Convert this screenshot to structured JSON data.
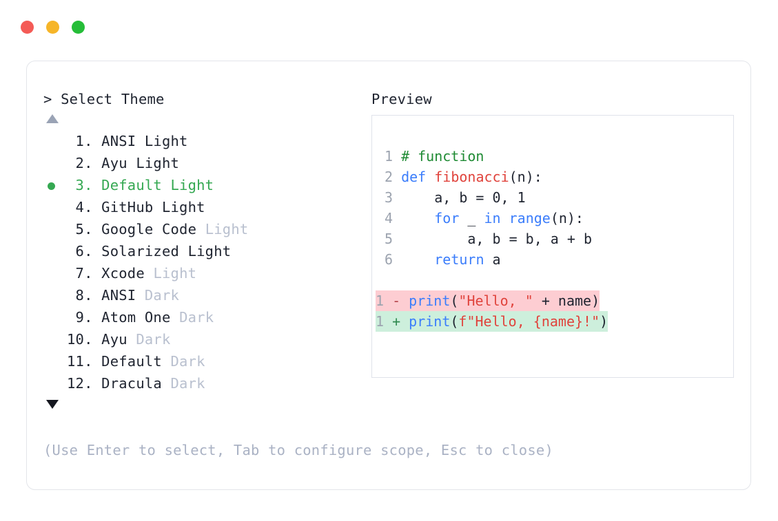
{
  "window": {
    "buttons": [
      {
        "name": "close",
        "color": "#f45b56"
      },
      {
        "name": "minimize",
        "color": "#f6b528"
      },
      {
        "name": "maximize",
        "color": "#25bd38"
      }
    ]
  },
  "prompt": {
    "title": "> Select Theme",
    "scroll_up": "▲",
    "scroll_down": "▼",
    "selected_index": 3,
    "selected_bullet": "●",
    "accent_color": "#35a852",
    "muted_color": "#b9c0cf"
  },
  "themes": [
    {
      "num": " 1.",
      "name": "ANSI",
      "variant": "Light",
      "variant_muted": false,
      "selected": false
    },
    {
      "num": " 2.",
      "name": "Ayu",
      "variant": "Light",
      "variant_muted": false,
      "selected": false
    },
    {
      "num": " 3.",
      "name": "Default",
      "variant": "Light",
      "variant_muted": false,
      "selected": true
    },
    {
      "num": " 4.",
      "name": "GitHub",
      "variant": "Light",
      "variant_muted": false,
      "selected": false
    },
    {
      "num": " 5.",
      "name": "Google Code",
      "variant": "Light",
      "variant_muted": true,
      "selected": false
    },
    {
      "num": " 6.",
      "name": "Solarized",
      "variant": "Light",
      "variant_muted": false,
      "selected": false
    },
    {
      "num": " 7.",
      "name": "Xcode",
      "variant": "Light",
      "variant_muted": true,
      "selected": false
    },
    {
      "num": " 8.",
      "name": "ANSI",
      "variant": "Dark",
      "variant_muted": true,
      "selected": false
    },
    {
      "num": " 9.",
      "name": "Atom One",
      "variant": "Dark",
      "variant_muted": true,
      "selected": false
    },
    {
      "num": "10.",
      "name": "Ayu",
      "variant": "Dark",
      "variant_muted": true,
      "selected": false
    },
    {
      "num": "11.",
      "name": "Default",
      "variant": "Dark",
      "variant_muted": true,
      "selected": false
    },
    {
      "num": "12.",
      "name": "Dracula",
      "variant": "Dark",
      "variant_muted": true,
      "selected": false
    }
  ],
  "preview": {
    "title": "Preview",
    "code_lines": [
      {
        "ln": "1",
        "tokens": [
          {
            "t": "# function",
            "c": "comment"
          }
        ]
      },
      {
        "ln": "2",
        "tokens": [
          {
            "t": "def ",
            "c": "kw"
          },
          {
            "t": "fibonacci",
            "c": "fn"
          },
          {
            "t": "(n):",
            "c": "plain"
          }
        ]
      },
      {
        "ln": "3",
        "tokens": [
          {
            "t": "    a, b = 0, 1",
            "c": "plain"
          }
        ]
      },
      {
        "ln": "4",
        "tokens": [
          {
            "t": "    ",
            "c": "plain"
          },
          {
            "t": "for",
            "c": "kw"
          },
          {
            "t": " _ ",
            "c": "plain"
          },
          {
            "t": "in range",
            "c": "kw"
          },
          {
            "t": "(n):",
            "c": "plain"
          }
        ]
      },
      {
        "ln": "5",
        "tokens": [
          {
            "t": "        a, b = b, a + b",
            "c": "plain"
          }
        ]
      },
      {
        "ln": "6",
        "tokens": [
          {
            "t": "    ",
            "c": "plain"
          },
          {
            "t": "return",
            "c": "kw"
          },
          {
            "t": " a",
            "c": "plain"
          }
        ]
      }
    ],
    "diff_lines": [
      {
        "ln": "1",
        "mark": "-",
        "kind": "del",
        "tokens": [
          {
            "t": "print",
            "c": "kw"
          },
          {
            "t": "(",
            "c": "plain"
          },
          {
            "t": "\"Hello, \"",
            "c": "str"
          },
          {
            "t": " + name)",
            "c": "plain"
          }
        ]
      },
      {
        "ln": "1",
        "mark": "+",
        "kind": "add",
        "tokens": [
          {
            "t": "print",
            "c": "kw"
          },
          {
            "t": "(",
            "c": "plain"
          },
          {
            "t": "f\"Hello, {name}!\"",
            "c": "str"
          },
          {
            "t": ")",
            "c": "plain"
          }
        ]
      }
    ],
    "colors": {
      "comment": "#1f8b34",
      "keyword": "#3b7dfb",
      "function": "#e0433c",
      "string": "#e0433c",
      "linenumber": "#9ca3af",
      "diff_removed_bg": "#fdcdd2",
      "diff_added_bg": "#cdefdc"
    }
  },
  "footer": {
    "hint": "(Use Enter to select, Tab to configure scope, Esc to close)"
  }
}
